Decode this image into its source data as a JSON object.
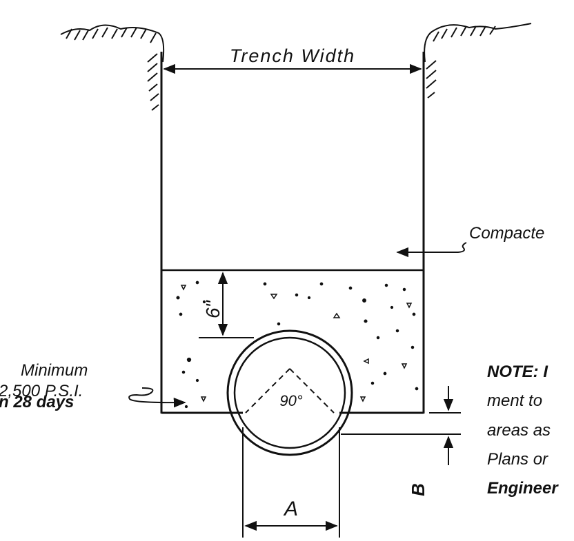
{
  "labels": {
    "trench_width": "Trench Width",
    "compacted": "Compacte",
    "six_inch": "6\"",
    "angle": "90°",
    "dim_a": "A",
    "dim_b": "B"
  },
  "left_note": {
    "line1": "Minimum",
    "line2": "2,500 P.S.I.",
    "line3": "n 28  days"
  },
  "right_note": {
    "line1": "NOTE: I",
    "line2": "ment  to",
    "line3": "areas  as",
    "line4": "Plans  or",
    "line5": "Engineer"
  },
  "colors": {
    "ink": "#111111",
    "paper": "#ffffff"
  }
}
